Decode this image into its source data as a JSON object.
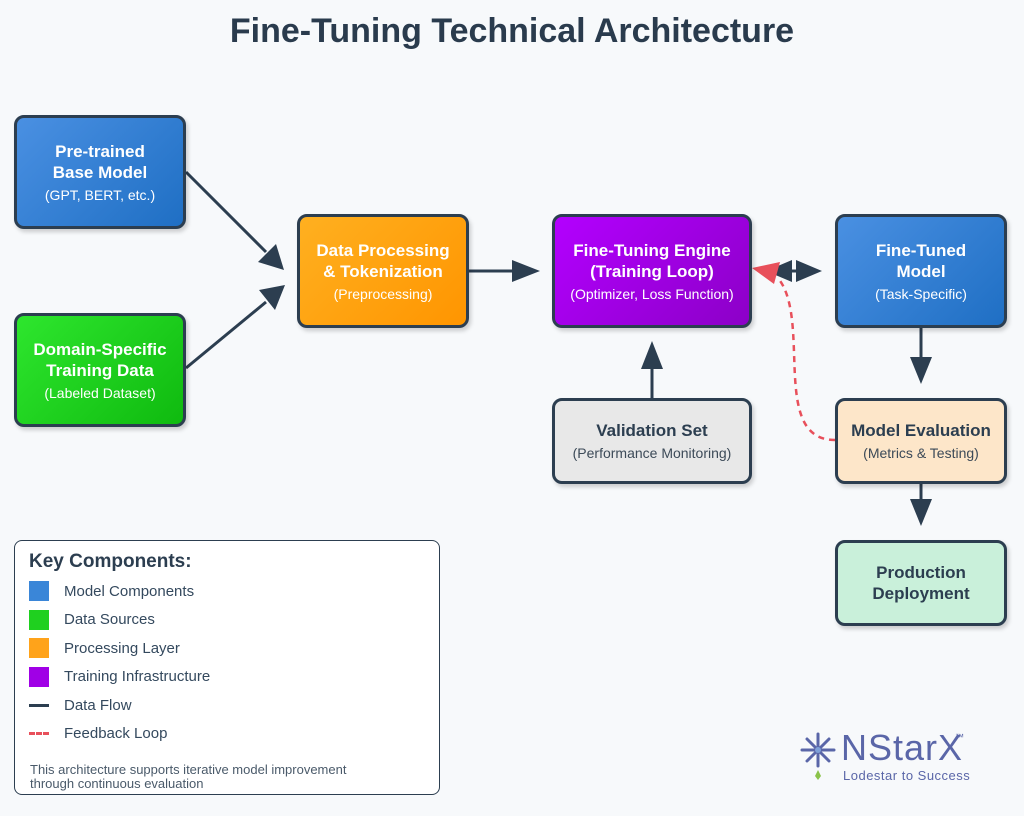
{
  "title": "Fine-Tuning Technical Architecture",
  "nodes": {
    "base_model": {
      "title": "Pre-trained\nBase Model",
      "subtitle": "(GPT, BERT, etc.)"
    },
    "training_data": {
      "title": "Domain-Specific\nTraining Data",
      "subtitle": "(Labeled Dataset)"
    },
    "data_processing": {
      "title": "Data Processing\n& Tokenization",
      "subtitle": "(Preprocessing)"
    },
    "engine": {
      "title": "Fine-Tuning Engine\n(Training Loop)",
      "subtitle": "(Optimizer, Loss Function)"
    },
    "fine_tuned": {
      "title": "Fine-Tuned\nModel",
      "subtitle": "(Task-Specific)"
    },
    "validation": {
      "title": "Validation Set",
      "subtitle": "(Performance Monitoring)"
    },
    "evaluation": {
      "title": "Model Evaluation",
      "subtitle": "(Metrics & Testing)"
    },
    "deployment": {
      "title": "Production\nDeployment"
    }
  },
  "edges": [
    {
      "from": "base_model",
      "to": "data_processing",
      "style": "solid"
    },
    {
      "from": "training_data",
      "to": "data_processing",
      "style": "solid"
    },
    {
      "from": "data_processing",
      "to": "engine",
      "style": "solid"
    },
    {
      "from": "engine",
      "to": "fine_tuned",
      "style": "solid",
      "bidirectional": true
    },
    {
      "from": "validation",
      "to": "engine",
      "style": "solid"
    },
    {
      "from": "fine_tuned",
      "to": "evaluation",
      "style": "solid"
    },
    {
      "from": "evaluation",
      "to": "deployment",
      "style": "solid"
    },
    {
      "from": "evaluation",
      "to": "engine",
      "style": "dashed"
    }
  ],
  "legend": {
    "title": "Key Components:",
    "items": [
      {
        "label": "Model Components",
        "color": "#3a86d8"
      },
      {
        "label": "Data Sources",
        "color": "#1fd01f"
      },
      {
        "label": "Processing Layer",
        "color": "#ffa31a"
      },
      {
        "label": "Training Infrastructure",
        "color": "#a000e6"
      },
      {
        "label": "Data Flow",
        "color": "#2c3e50"
      },
      {
        "label": "Feedback Loop",
        "color": "#e8505b"
      }
    ],
    "note": "This architecture supports iterative model improvement through continuous evaluation"
  },
  "logo": {
    "name": "NStarX",
    "trademark": "™",
    "tagline": "Lodestar to Success"
  },
  "colors": {
    "edge": "#2c3e50",
    "feedback": "#e8505b",
    "logo": "#5a66a8"
  }
}
